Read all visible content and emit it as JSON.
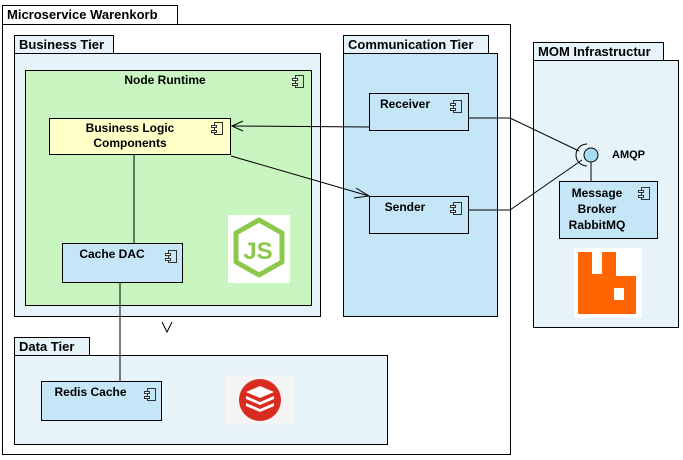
{
  "diagram": {
    "outer": {
      "title": "Microservice Warenkorb"
    },
    "business_tier": {
      "title": "Business Tier"
    },
    "node_runtime": {
      "title": "Node Runtime"
    },
    "business_logic": {
      "line1": "Business Logic",
      "line2": "Components"
    },
    "cache_dac": {
      "label": "Cache DAC"
    },
    "communication_tier": {
      "title": "Communication Tier"
    },
    "receiver": {
      "label": "Receiver"
    },
    "sender": {
      "label": "Sender"
    },
    "mom": {
      "title": "MOM Infrastructur"
    },
    "amqp": {
      "label": "AMQP"
    },
    "broker": {
      "line1": "Message",
      "line2": "Broker",
      "line3": "RabbitMQ"
    },
    "data_tier": {
      "title": "Data Tier"
    },
    "redis_cache": {
      "label": "Redis Cache"
    },
    "colors": {
      "tier_fill": "#e6f4fa",
      "runtime_fill": "#c8f5c0",
      "logic_fill": "#ffffc8",
      "component_fill": "#c5e6f7",
      "rabbit": "#ff6600",
      "redis": "#d82c20",
      "node_green": "#8cc84b"
    },
    "icons": [
      "component-icon",
      "nodejs-logo",
      "rabbitmq-logo",
      "redis-logo"
    ]
  }
}
